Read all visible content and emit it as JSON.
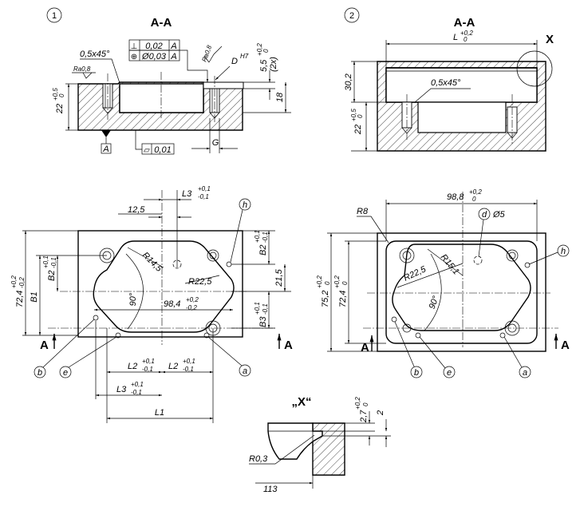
{
  "views": {
    "view1": {
      "number": "1",
      "section_title": "A-A",
      "chamfer": "0,5x45°",
      "roughness_left": "Ra0,8",
      "roughness_top": "Ra0,8",
      "height_dim": "22",
      "height_tol_upper": "+0,5",
      "height_tol_lower": "0",
      "tol_perp_symbol": "⊥",
      "tol_perp_value": "0,02",
      "tol_perp_datum": "A",
      "tol_pos_symbol": "⊕",
      "tol_pos_value": "Ø0,03",
      "tol_pos_datum": "A",
      "bore": "D",
      "bore_fit": "H7",
      "depth": "5,5",
      "depth_tol_upper": "+0,2",
      "depth_tol_lower": "0",
      "depth_count": "(2x)",
      "dim_18": "18",
      "datum_label": "A",
      "flatness_symbol": "▱",
      "flatness_value": "0,01",
      "dim_g": "G"
    },
    "view2": {
      "number": "2",
      "section_title": "A-A",
      "length": "L",
      "length_tol_upper": "+0,2",
      "length_tol_lower": "0",
      "detail_ref": "X",
      "dim_30": "30,2",
      "chamfer": "0,5x45°",
      "height_dim": "22",
      "height_tol_upper": "+0,5",
      "height_tol_lower": "0"
    },
    "view3": {
      "l3": "L3",
      "l3_tol_upper": "+0,1",
      "l3_tol_lower": "-0,1",
      "dim_12": "12,5",
      "dim_h": "h",
      "b2_right": "B2",
      "b2_tol_upper": "+0,1",
      "b2_tol_lower": "-0,1",
      "r14": "R14,5",
      "r22": "R22,5",
      "dim_21": "21,5",
      "angle": "90°",
      "b2_left": "B2",
      "b1": "B1",
      "dim_72": "72,4",
      "dim_72_tol_upper": "+0,2",
      "dim_72_tol_lower": "-0,2",
      "dim_98": "98,4",
      "dim_98_tol_upper": "+0,2",
      "dim_98_tol_lower": "-0,2",
      "b3": "B3",
      "b3_tol_upper": "+0,1",
      "b3_tol_lower": "-0,1",
      "sec_a_left": "A",
      "sec_a_right": "A",
      "label_b": "b",
      "label_e": "e",
      "label_a": "a",
      "l2_left": "L2",
      "l2_right": "L2",
      "l2_tol_upper": "+0,1",
      "l2_tol_lower": "-0,1",
      "l3_bottom": "L3",
      "l1": "L1"
    },
    "view4": {
      "r8": "R8",
      "dim_98": "98,8",
      "dim_98_tol_upper": "+0,2",
      "dim_98_tol_lower": "0",
      "label_d": "d",
      "d5": "Ø5",
      "label_h": "h",
      "r15": "R15,1",
      "r22": "R22,5",
      "angle": "90°",
      "dim_75": "75,2",
      "dim_75_tol_upper": "+0,2",
      "dim_75_tol_lower": "0",
      "dim_72": "72,4",
      "dim_72_tol_upper": "+0,2",
      "dim_72_tol_lower": "0",
      "sec_a_left": "A",
      "sec_a_right": "A",
      "label_b": "b",
      "label_e": "e",
      "label_a": "a"
    },
    "detail": {
      "title": "„X“",
      "dim_27": "2,7",
      "dim_27_tol_upper": "+0,2",
      "dim_27_tol_lower": "0",
      "dim_2": "2",
      "r03": "R0,3",
      "dim_113": "113"
    }
  },
  "colors": {
    "line": "#000000",
    "background": "#ffffff"
  }
}
